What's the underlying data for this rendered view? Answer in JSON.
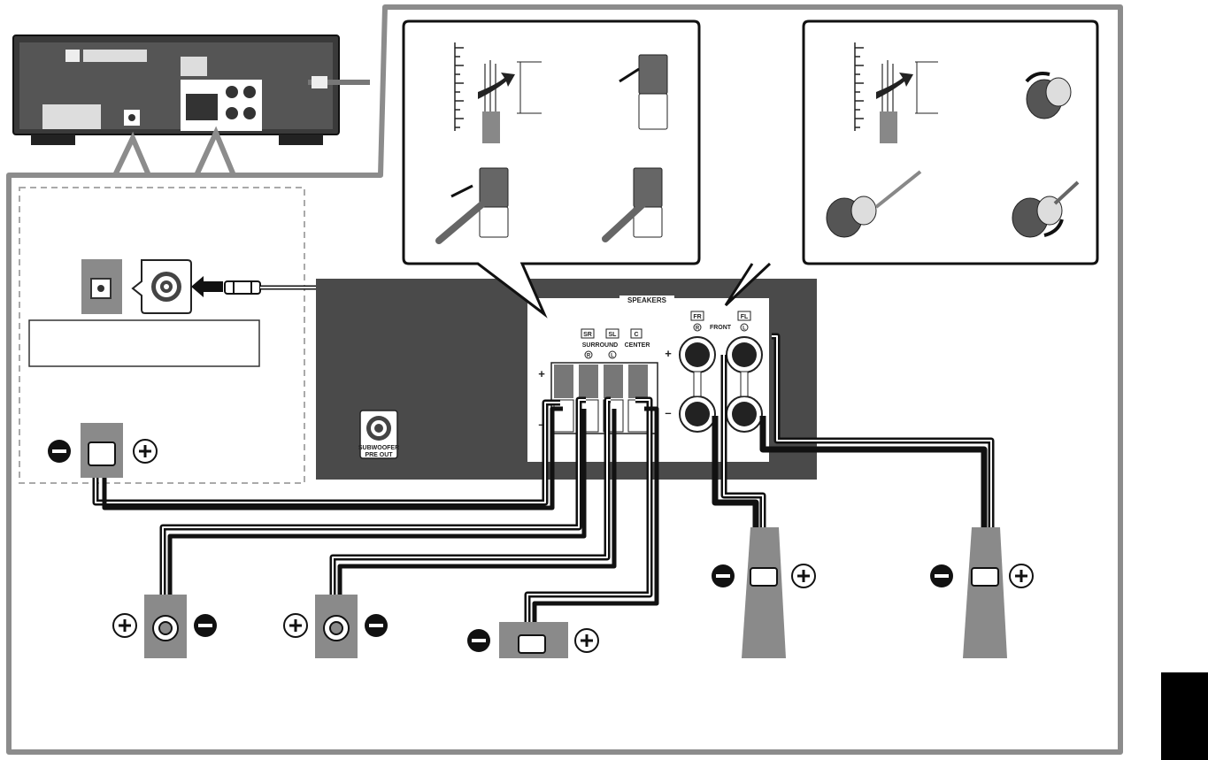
{
  "panel": {
    "speakers_label": "SPEAKERS",
    "surround_label": "SURROUND",
    "center_label": "CENTER",
    "front_label": "FRONT",
    "sr_badge": "SR",
    "sl_badge": "SL",
    "c_badge": "C",
    "fr_badge": "FR",
    "fl_badge": "FL",
    "right_mark": "R",
    "left_mark": "L",
    "plus_sign": "+",
    "minus_sign": "–"
  },
  "subwoofer_jack": {
    "line1": "SUBWOOFER",
    "line2": "PRE OUT"
  },
  "subwoofer_note": "",
  "colors": {
    "frame": "#8c8c8c",
    "dark_panel": "#4a4a4a",
    "speaker_body": "#8a8a8a",
    "tab_black": "#000000"
  },
  "icons": [
    "plus-circle-icon",
    "minus-circle-icon",
    "arrow-icon",
    "rca-plug-icon",
    "binding-post-icon",
    "spring-terminal-icon"
  ]
}
